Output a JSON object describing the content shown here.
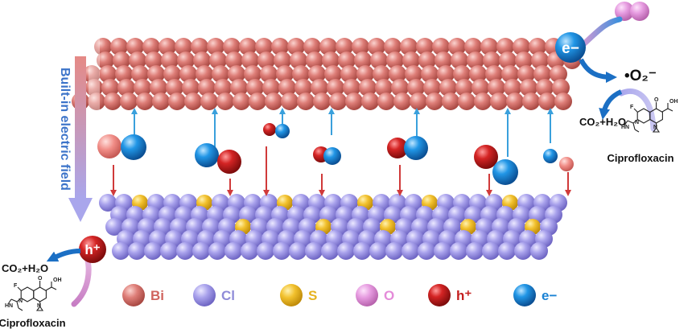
{
  "field_label": "Built-in electric field",
  "charges": {
    "electron": "e−",
    "hole": "h⁺"
  },
  "right_reaction": {
    "radical": "•O₂⁻",
    "products": "CO₂+H₂O",
    "molecule": "Ciprofloxacin"
  },
  "left_reaction": {
    "products": "CO₂+H₂O",
    "molecule": "Ciprofloxacin"
  },
  "molecule_atoms": [
    "F",
    "N",
    "O",
    "OH",
    "HN",
    "N"
  ],
  "legend": [
    {
      "label": "Bi",
      "color": "#d9706a",
      "text_color": "#d0645e"
    },
    {
      "label": "Cl",
      "color": "#a29be6",
      "text_color": "#8f8bd8"
    },
    {
      "label": "S",
      "color": "#f2c12e",
      "text_color": "#e6b31f"
    },
    {
      "label": "O",
      "color": "#e69be0",
      "text_color": "#e48bd9"
    },
    {
      "label": "h⁺",
      "color": "#c41e1e",
      "text_color": "#c41e1e"
    },
    {
      "label": "e−",
      "color": "#1e8fe0",
      "text_color": "#1a82d4"
    }
  ],
  "colors": {
    "bi_layer": "#d9706a",
    "cl_layer": "#a29be6",
    "s_atom": "#f2c12e",
    "hole": "#c41e1e",
    "electron": "#1e8fe0",
    "field_arrow_top": "#e58a86",
    "field_arrow_bottom": "#a9a6ec",
    "up_arrow": "#3aa0dc",
    "down_arrow": "#d03a3a"
  }
}
